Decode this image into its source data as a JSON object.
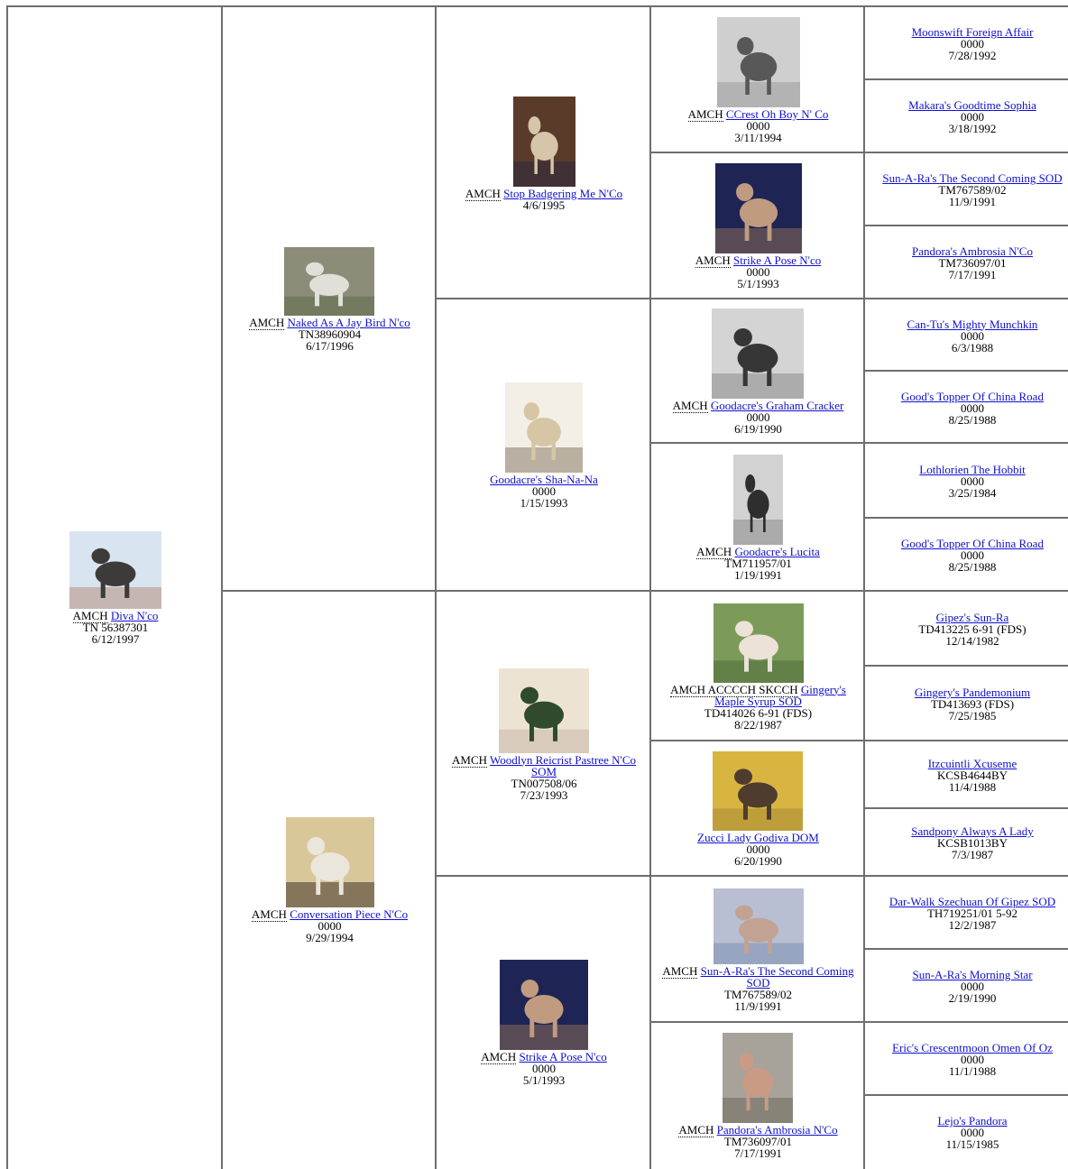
{
  "pedigree": [
    {
      "title": "AMCH",
      "name": "Diva N'co",
      "reg": "TN 56387301",
      "date": "6/12/1997",
      "photo": "dog photo",
      "photo_colors": [
        "#d8e4ef",
        "#3d3b3a",
        "#b88f80"
      ]
    },
    {
      "title": "AMCH",
      "name": "Naked As A Jay Bird N'co",
      "reg": "TN38960904",
      "date": "6/17/1996",
      "photo": "dog photo",
      "photo_colors": [
        "#8c8c78",
        "#e0e0d8",
        "#5f6b4a"
      ]
    },
    {
      "title": "AMCH",
      "name": "Conversation Piece N'Co",
      "reg": "0000",
      "date": "9/29/1994",
      "photo": "dog photo",
      "photo_colors": [
        "#d9c79a",
        "#ebe6dc",
        "#3f3128"
      ]
    },
    {
      "title": "AMCH",
      "name": "Stop Badgering Me N'Co",
      "reg": "",
      "date": "4/6/1995",
      "photo": "dog photo",
      "photo_colors": [
        "#5a3b29",
        "#d6c5a8",
        "#2d2a44"
      ]
    },
    {
      "title": "",
      "name": "Goodacre's Sha-Na-Na",
      "reg": "0000",
      "date": "1/15/1993",
      "photo": "dog photo",
      "photo_colors": [
        "#f3efe6",
        "#d6c6a4",
        "#8a7c69"
      ]
    },
    {
      "title": "AMCH",
      "name": "Woodlyn Reicrist Pastree N'Co SOM",
      "reg": "TN007508/06",
      "date": "7/23/1993",
      "photo": "dog photo",
      "photo_colors": [
        "#ede3d4",
        "#2f4a2c",
        "#c7b8a5"
      ]
    },
    {
      "title": "AMCH",
      "name": "Strike A Pose N'co",
      "reg": "0000",
      "date": "5/1/1993",
      "photo": "dog photo",
      "photo_colors": [
        "#1e2554",
        "#c09b7f",
        "#8a6c57"
      ]
    },
    {
      "title": "AMCH",
      "name": "CCrest Oh Boy N' Co",
      "reg": "0000",
      "date": "3/11/1994",
      "photo": "dog photo",
      "photo_colors": [
        "#cfcfcf",
        "#585858",
        "#9c9c9c"
      ]
    },
    {
      "title": "AMCH",
      "name": "Strike A Pose N'co",
      "reg": "0000",
      "date": "5/1/1993",
      "photo": "dog photo",
      "photo_colors": [
        "#1e2554",
        "#c09b7f",
        "#8a6c57"
      ]
    },
    {
      "title": "AMCH",
      "name": "Goodacre's Graham Cracker",
      "reg": "0000",
      "date": "6/19/1990",
      "photo": "dog photo",
      "photo_colors": [
        "#d4d4d4",
        "#363636",
        "#8a8a8a"
      ]
    },
    {
      "title": "AMCH",
      "name": "Goodacre's Lucita",
      "reg": "TM711957/01",
      "date": "1/19/1991",
      "photo": "dog photo",
      "photo_colors": [
        "#d2d2d2",
        "#2e2e2e",
        "#8a8a8a"
      ]
    },
    {
      "title": "AMCH ACCCCH SKCCH",
      "name": "Gingery's Maple Syrup SOD",
      "reg": "TD414026 6-91 (FDS)",
      "date": "8/22/1987",
      "photo": "dog photo",
      "photo_colors": [
        "#7c9b58",
        "#ece2d8",
        "#4d6b3c"
      ]
    },
    {
      "title": "",
      "name": "Zucci Lady Godiva DOM",
      "reg": "0000",
      "date": "6/20/1990",
      "photo": "dog photo",
      "photo_colors": [
        "#d8b540",
        "#4e3c2f",
        "#a98a35"
      ]
    },
    {
      "title": "AMCH",
      "name": "Sun-A-Ra's The Second Coming SOD",
      "reg": "TM767589/02",
      "date": "11/9/1991",
      "photo": "dog photo",
      "photo_colors": [
        "#b8bfd2",
        "#c2a393",
        "#7d8fb0"
      ]
    },
    {
      "title": "AMCH",
      "name": "Pandora's Ambrosia N'Co",
      "reg": "TM736097/01",
      "date": "7/17/1991",
      "photo": "dog photo",
      "photo_colors": [
        "#a7a39a",
        "#c99b85",
        "#6f6a5e"
      ]
    },
    {
      "title": "",
      "name": "Moonswift Foreign Affair",
      "reg": "0000",
      "date": "7/28/1992"
    },
    {
      "title": "",
      "name": "Makara's Goodtime Sophia",
      "reg": "0000",
      "date": "3/18/1992"
    },
    {
      "title": "",
      "name": "Sun-A-Ra's The Second Coming SOD",
      "reg": "TM767589/02",
      "date": "11/9/1991"
    },
    {
      "title": "",
      "name": "Pandora's Ambrosia N'Co",
      "reg": "TM736097/01",
      "date": "7/17/1991"
    },
    {
      "title": "",
      "name": "Can-Tu's Mighty Munchkin",
      "reg": "0000",
      "date": "6/3/1988"
    },
    {
      "title": "",
      "name": "Good's Topper Of China Road",
      "reg": "0000",
      "date": "8/25/1988"
    },
    {
      "title": "",
      "name": "Lothlorien The Hobbit",
      "reg": "0000",
      "date": "3/25/1984"
    },
    {
      "title": "",
      "name": "Good's Topper Of China Road",
      "reg": "0000",
      "date": "8/25/1988"
    },
    {
      "title": "",
      "name": "Gipez's Sun-Ra",
      "reg": "TD413225 6-91 (FDS)",
      "date": "12/14/1982"
    },
    {
      "title": "",
      "name": "Gingery's Pandemonium",
      "reg": "TD413693 (FDS)",
      "date": "7/25/1985"
    },
    {
      "title": "",
      "name": "Itzcuintli Xcuseme",
      "reg": "KCSB4644BY",
      "date": "11/4/1988"
    },
    {
      "title": "",
      "name": "Sandpony Always A Lady",
      "reg": "KCSB1013BY",
      "date": "7/3/1987"
    },
    {
      "title": "",
      "name": "Dar-Walk Szechuan Of Gipez SOD",
      "reg": "TH719251/01 5-92",
      "date": "12/2/1987"
    },
    {
      "title": "",
      "name": "Sun-A-Ra's Morning Star",
      "reg": "0000",
      "date": "2/19/1990"
    },
    {
      "title": "",
      "name": "Eric's Crescentmoon Omen Of Oz",
      "reg": "0000",
      "date": "11/1/1988"
    },
    {
      "title": "",
      "name": "Lejo's Pandora",
      "reg": "0000",
      "date": "11/15/1985"
    }
  ]
}
